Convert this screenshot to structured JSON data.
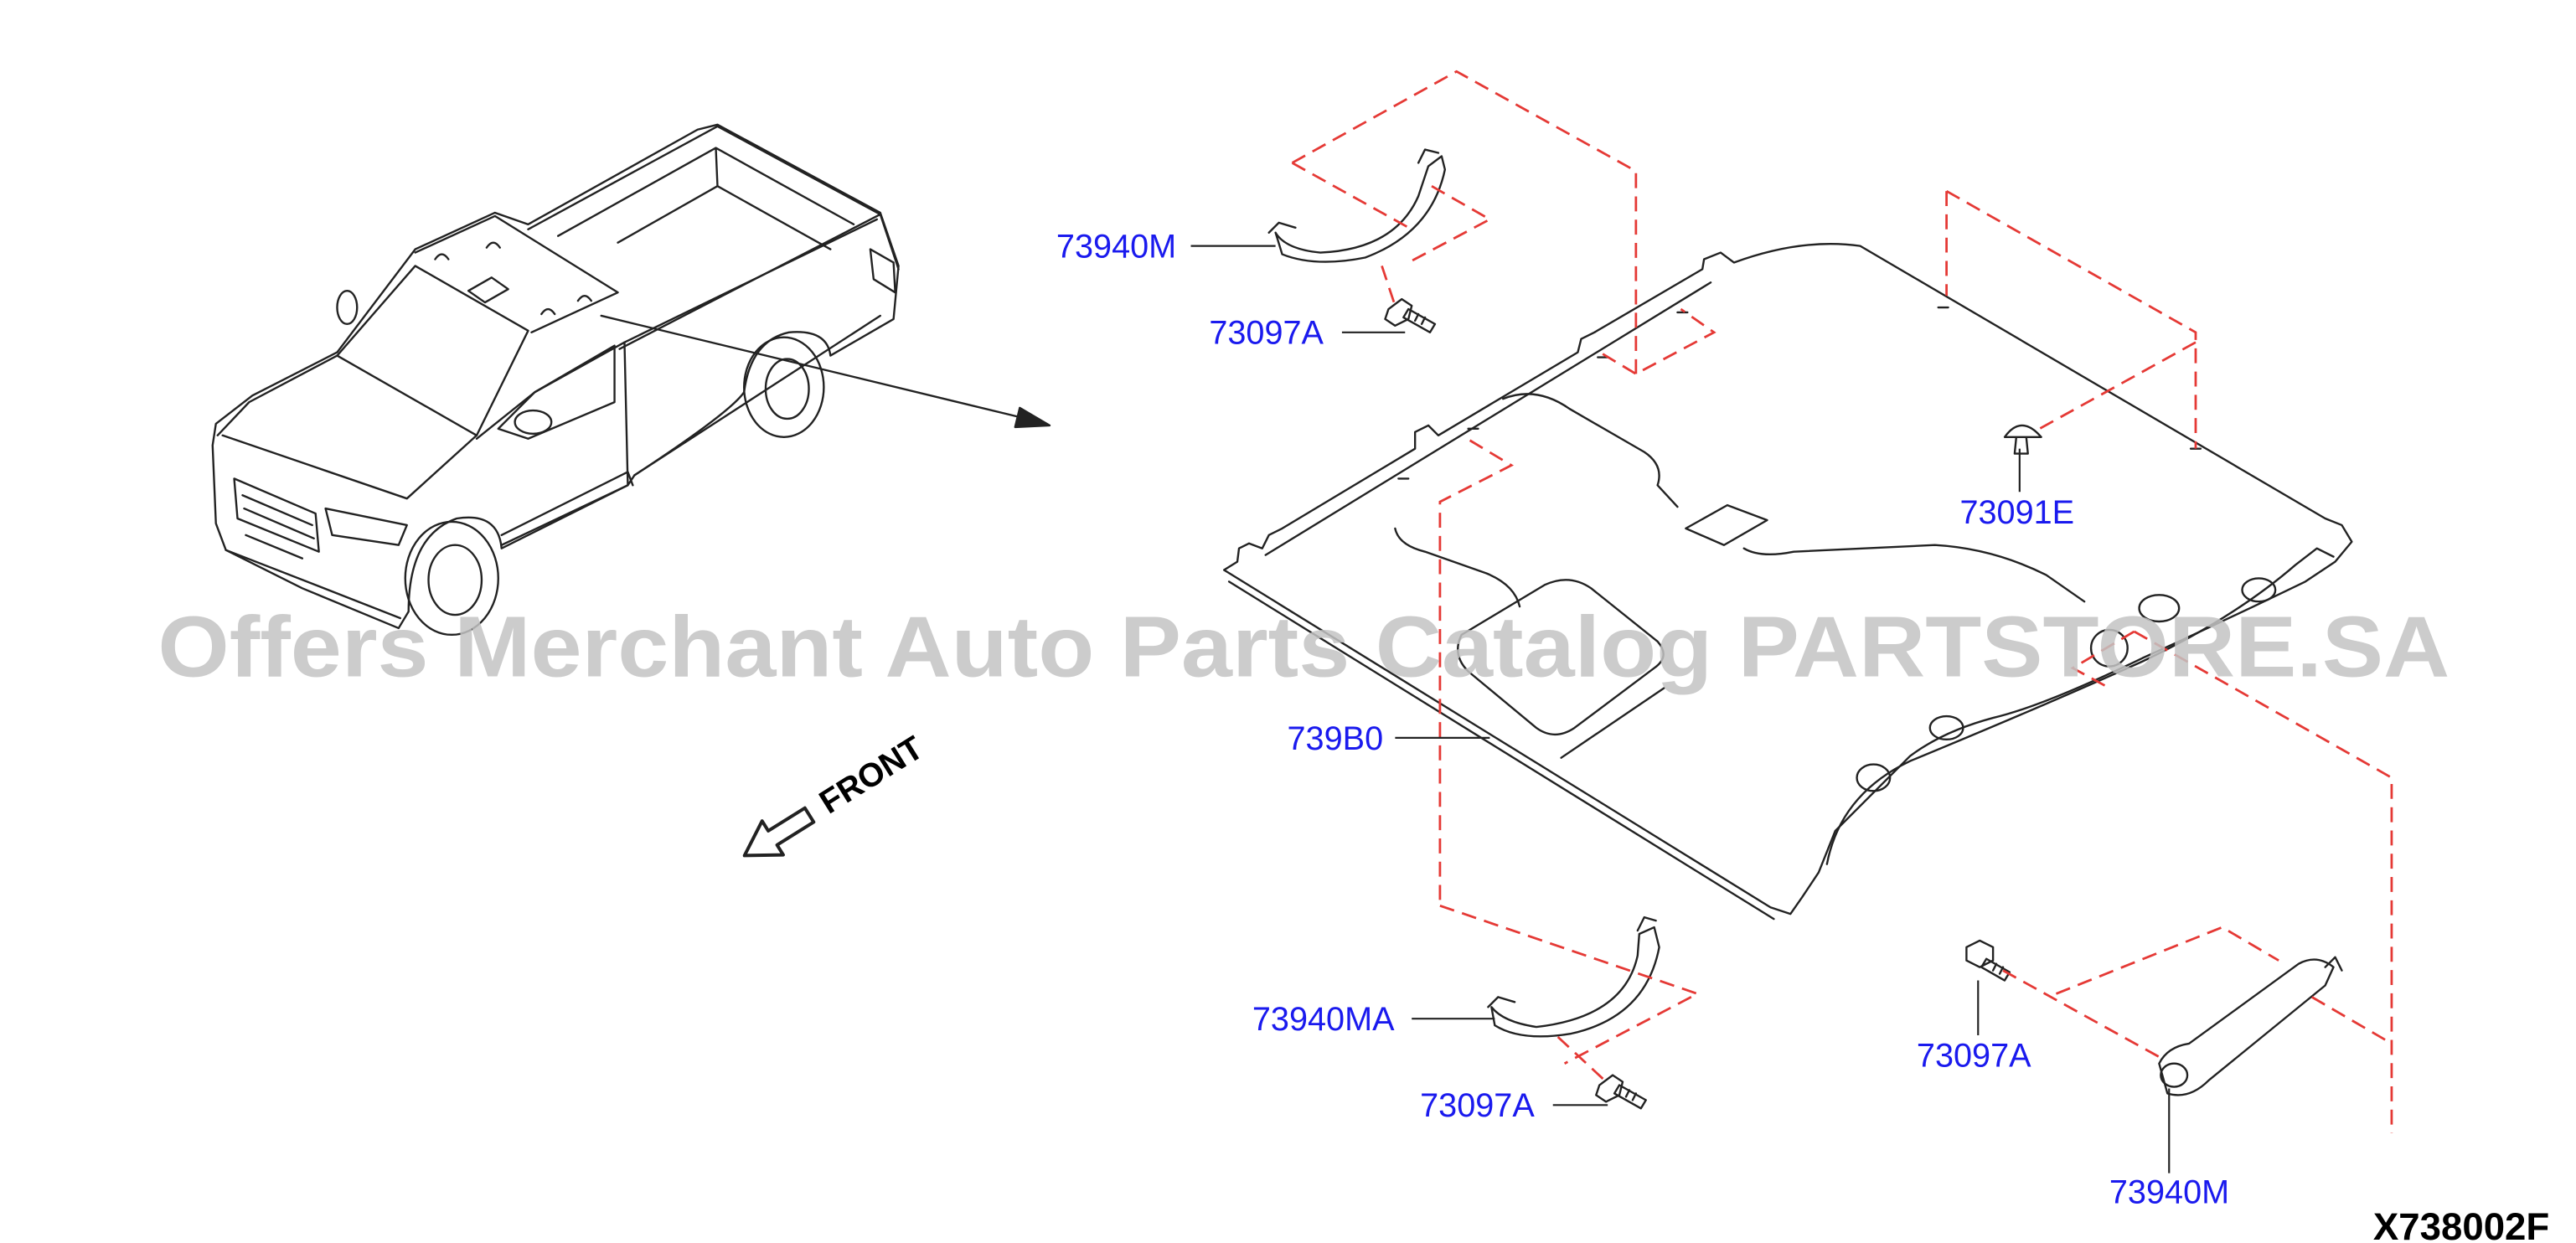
{
  "diagram": {
    "callouts": [
      {
        "label": "73940M"
      },
      {
        "label": "73097A"
      },
      {
        "label": "73091E"
      },
      {
        "label": "739B0"
      },
      {
        "label": "73940MA"
      },
      {
        "label": "73097A"
      },
      {
        "label": "73097A"
      },
      {
        "label": "73940M"
      }
    ],
    "front_label": "FRONT",
    "code": "X738002F"
  },
  "watermark": "Offers Merchant Auto Parts Catalog PARTSTORE.SA",
  "colors": {
    "callout": "#1a1aee",
    "guide_line": "#e53935",
    "line_art": "#222222",
    "code": "#000000",
    "watermark": "#c4c4c4"
  },
  "icons": {
    "front": "front-arrow-icon",
    "pointer": "pointer-arrow-icon"
  }
}
